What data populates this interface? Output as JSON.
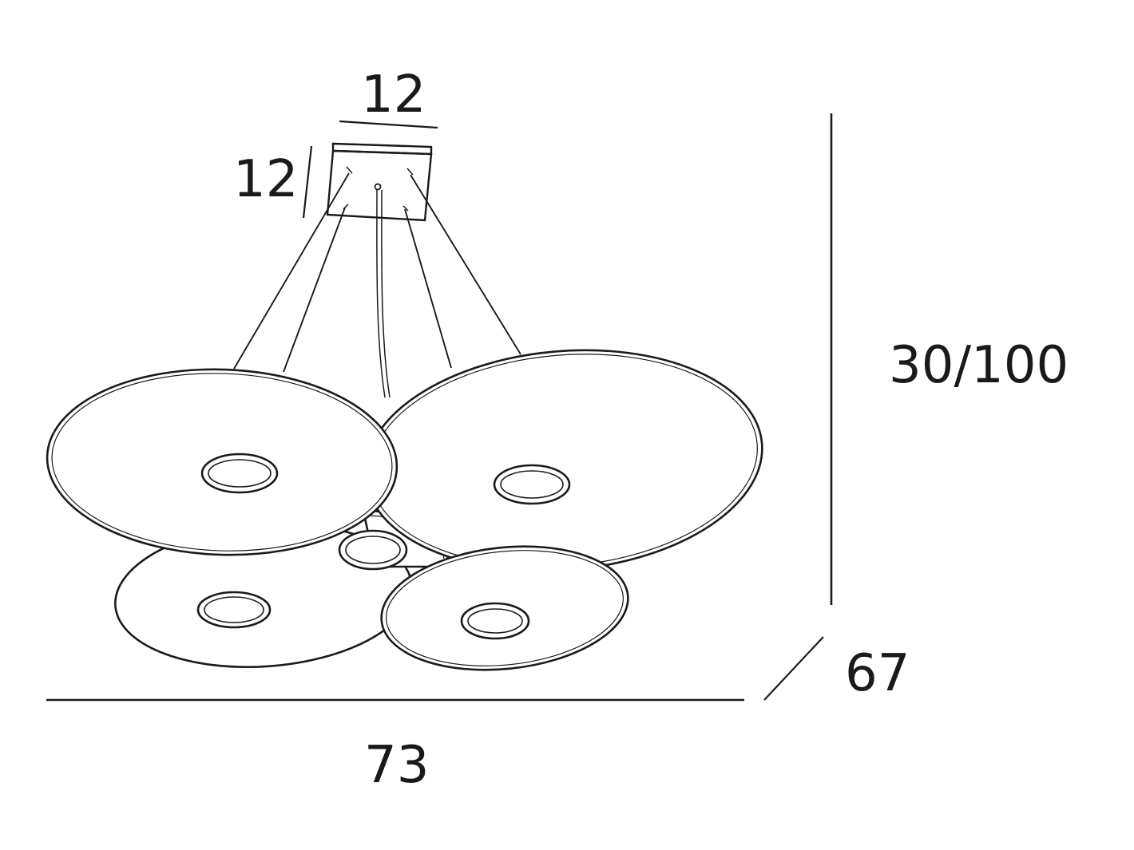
{
  "dimensions": {
    "canopy_width": "12",
    "canopy_depth": "12",
    "height": "30/100",
    "depth": "67",
    "width": "73"
  },
  "colors": {
    "line": "#1a1a1a",
    "background": "#ffffff"
  }
}
